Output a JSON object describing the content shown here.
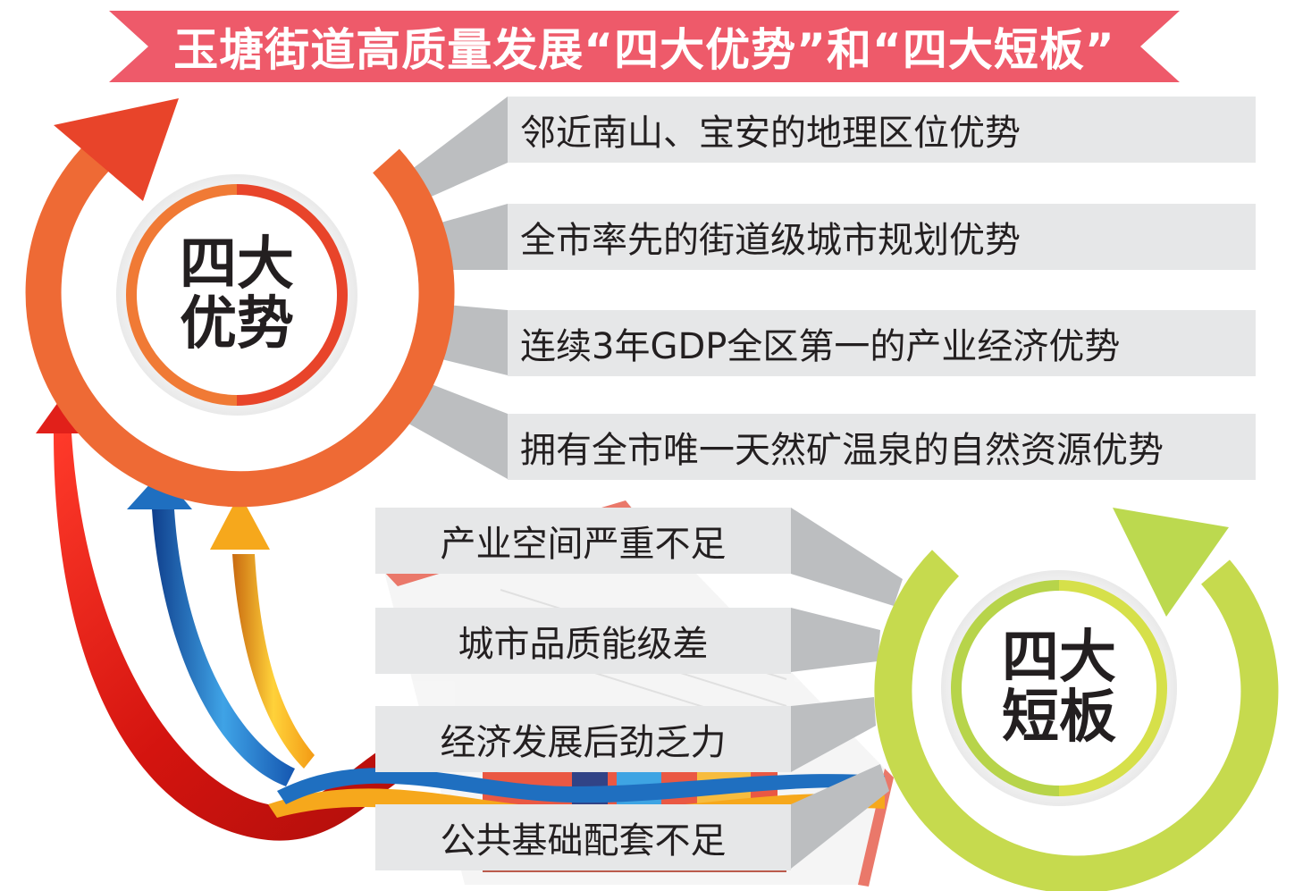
{
  "banner": {
    "title": "玉塘街道高质量发展“四大优势”和“四大短板”",
    "color": "#EE5A6A"
  },
  "advantages": {
    "label_line1": "四大",
    "label_line2": "优势",
    "ring_color": "#EE6A35",
    "items": [
      {
        "label": "邻近南山、宝安的地理区位优势"
      },
      {
        "label": "全市率先的街道级城市规划优势"
      },
      {
        "label": "连续3年GDP全区第一的产业经济优势"
      },
      {
        "label": "拥有全市唯一天然矿温泉的自然资源优势"
      }
    ]
  },
  "shortcomings": {
    "label_line1": "四大",
    "label_line2": "短板",
    "ring_color": "#C6DA4E",
    "items": [
      {
        "label": "产业空间严重不足"
      },
      {
        "label": "城市品质能级差"
      },
      {
        "label": "经济发展后劲乏力"
      },
      {
        "label": "公共基础配套不足"
      }
    ]
  },
  "colors": {
    "box_fill": "#E6E7E8",
    "connector_fill": "#BCBEC0",
    "text": "#231F20",
    "arrow_red": "#E52521",
    "arrow_blue": "#1F6FC0",
    "arrow_yellow": "#F6A81C"
  }
}
